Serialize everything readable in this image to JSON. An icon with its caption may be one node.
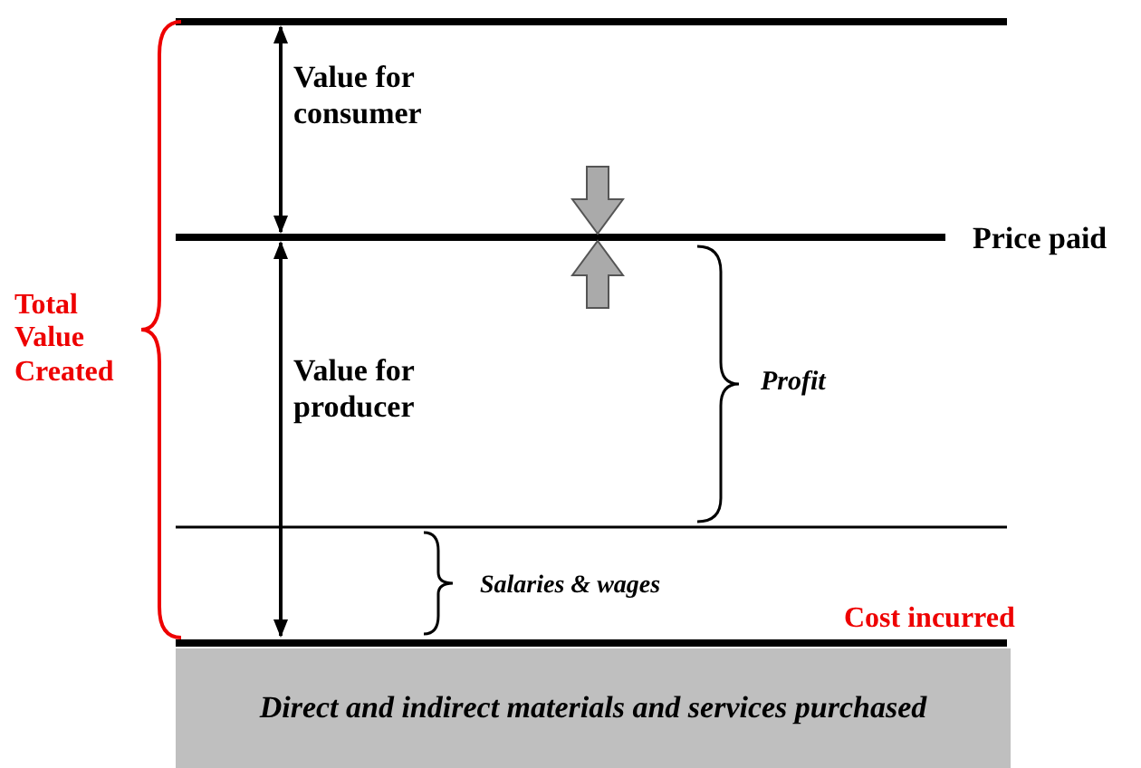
{
  "diagram": {
    "nodes": [
      {
        "text": [
          "Direct and indirect materials and services purchased"
        ]
      }
    ],
    "labels": [
      "Value for consumer",
      "Price paid",
      "Total Value Created",
      "Value for producer",
      "Profit",
      "Salaries & wages",
      "Cost incurred"
    ]
  }
}
